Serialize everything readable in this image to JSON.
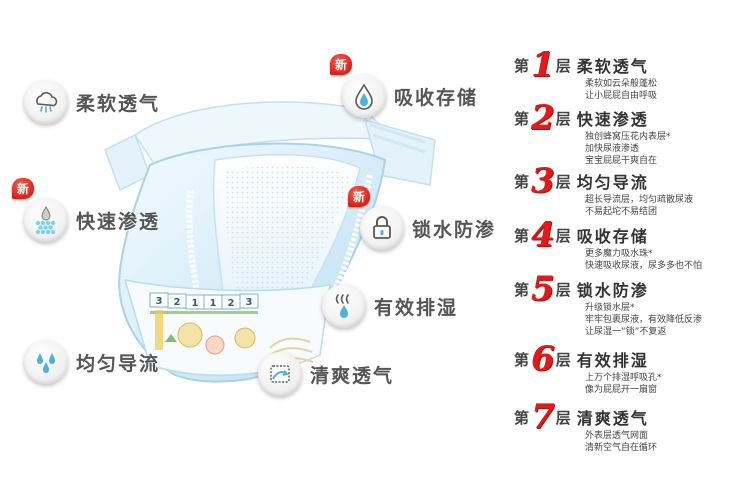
{
  "features": [
    {
      "id": "soft",
      "label": "柔软透气",
      "icon": "cloud-icon",
      "is_new": false
    },
    {
      "id": "absorb",
      "label": "吸收存储",
      "icon": "droplet-icon",
      "is_new": true,
      "badge": "新"
    },
    {
      "id": "fast",
      "label": "快速渗透",
      "icon": "drop-dots-icon",
      "is_new": true,
      "badge": "新"
    },
    {
      "id": "lock",
      "label": "锁水防渗",
      "icon": "lock-icon",
      "is_new": true,
      "badge": "新"
    },
    {
      "id": "dry",
      "label": "有效排湿",
      "icon": "steam-drop-icon",
      "is_new": false
    },
    {
      "id": "even",
      "label": "均匀导流",
      "icon": "drops-icon",
      "is_new": false
    },
    {
      "id": "fresh",
      "label": "清爽透气",
      "icon": "airflow-icon",
      "is_new": false
    }
  ],
  "layers": [
    {
      "prefix": "第",
      "number": "1",
      "suffix": "层",
      "title": "柔软透气",
      "desc": [
        "柔软如云朵般蓬松",
        "让小屁屁自由呼吸"
      ]
    },
    {
      "prefix": "第",
      "number": "2",
      "suffix": "层",
      "title": "快速渗透",
      "desc": [
        "独创蜂窝压花内表层*",
        "加快尿液渗透",
        "宝宝屁屁干爽自在"
      ]
    },
    {
      "prefix": "第",
      "number": "3",
      "suffix": "层",
      "title": "均匀导流",
      "desc": [
        "超长导流层，均匀疏散尿液",
        "不易起坨不易结团"
      ]
    },
    {
      "prefix": "第",
      "number": "4",
      "suffix": "层",
      "title": "吸收存储",
      "desc": [
        "更多魔力吸水珠*",
        "快速吸收尿液，尿多多也不怕"
      ]
    },
    {
      "prefix": "第",
      "number": "5",
      "suffix": "层",
      "title": "锁水防渗",
      "desc": [
        "升级锁水层*",
        "牢牢包裹尿液，有效降低反渗",
        "让尿湿一“锁”不复返"
      ]
    },
    {
      "prefix": "第",
      "number": "6",
      "suffix": "层",
      "title": "有效排湿",
      "desc": [
        "上万个排湿呼吸孔*",
        "像为屁屁开一扇窗"
      ]
    },
    {
      "prefix": "第",
      "number": "7",
      "suffix": "层",
      "title": "清爽透气",
      "desc": [
        "外表层透气网面",
        "清新空气自在循环"
      ]
    }
  ],
  "diaper": {
    "waist_numbers": [
      "3",
      "2",
      "1",
      "1",
      "2",
      "3"
    ],
    "colors": {
      "pad": "#dbeef8",
      "edge": "#b9dcef",
      "accent": "#e01b1b"
    }
  }
}
